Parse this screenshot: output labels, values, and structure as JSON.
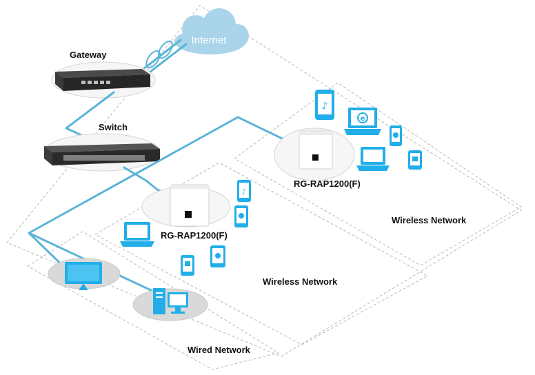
{
  "labels": {
    "internet": "Internet",
    "gateway": "Gateway",
    "switch": "Switch",
    "ap_1": "RG-RAP1200(F)",
    "ap_2": "RG-RAP1200(F)",
    "wireless_network_1": "Wireless Network",
    "wireless_network_2": "Wireless Network",
    "wired_network": "Wired Network"
  },
  "colors": {
    "device_blue": "#22aee9",
    "link_blue": "#5ab4d8",
    "cloud": "#a9d4ea",
    "zone_border": "#b9b9b9"
  },
  "icons": [
    "cloud-icon",
    "gateway-router-icon",
    "network-switch-icon",
    "access-point-icon",
    "smartphone-icon",
    "laptop-icon",
    "tablet-icon",
    "monitor-icon",
    "desktop-computer-icon",
    "browser-icon"
  ]
}
